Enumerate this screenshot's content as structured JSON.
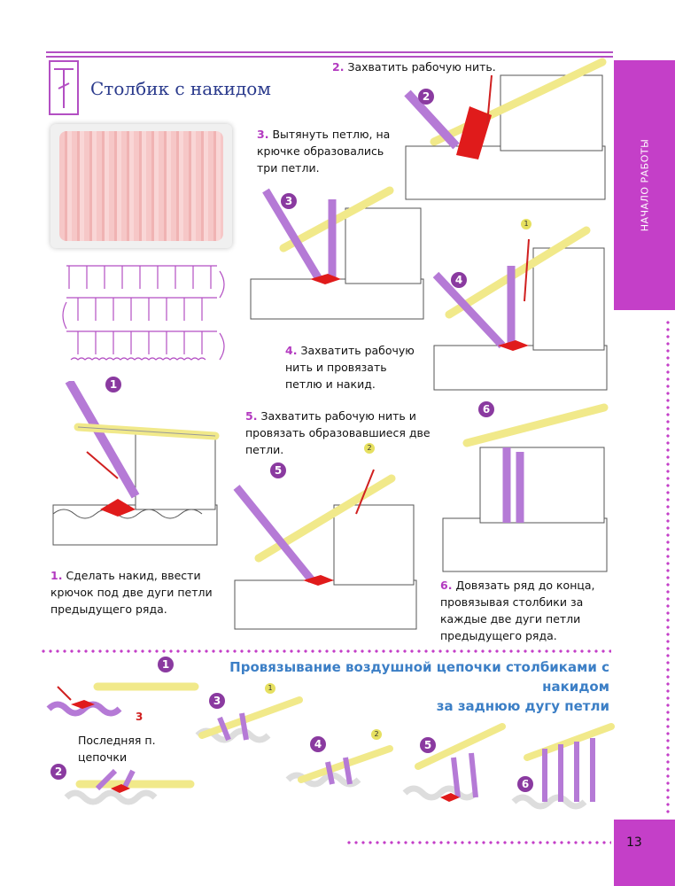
{
  "title": "Столбик с накидом",
  "side_tab": "НАЧАЛО РАБОТЫ",
  "page_number": "13",
  "steps": {
    "s1_num": "1.",
    "s1_text": "Сделать накид, ввести крючок под две дуги петли предыдущего ряда.",
    "s2_num": "2.",
    "s2_text": "Захватить рабочую нить.",
    "s3_num": "3.",
    "s3_text": "Вытянуть петлю, на крючке образовались три петли.",
    "s4_num": "4.",
    "s4_text": "Захватить рабочую нить и провязать петлю и накид.",
    "s5_num": "5.",
    "s5_text": "Захватить рабочую нить и провязать образовавшиеся две петли.",
    "s6_num": "6.",
    "s6_text": "Довязать ряд до конца, провязывая столбики за каждые две дуги петли предыдущего ряда."
  },
  "markers": [
    "1",
    "2",
    "3",
    "4",
    "5",
    "6"
  ],
  "yellow_markers": [
    "1",
    "2"
  ],
  "section2": {
    "title_line1": "Провязывание воздушной цепочки столбиками с накидом",
    "title_line2": "за заднюю дугу петли",
    "chain_label": "Последняя п. цепочки",
    "red_number": "3"
  },
  "colors": {
    "accent": "#c43fc8",
    "title": "#2a3a8c",
    "section_title": "#3c7fc6",
    "yarn": "#b57ad6",
    "hook": "#f1e98a",
    "highlight": "#e01b1b"
  }
}
